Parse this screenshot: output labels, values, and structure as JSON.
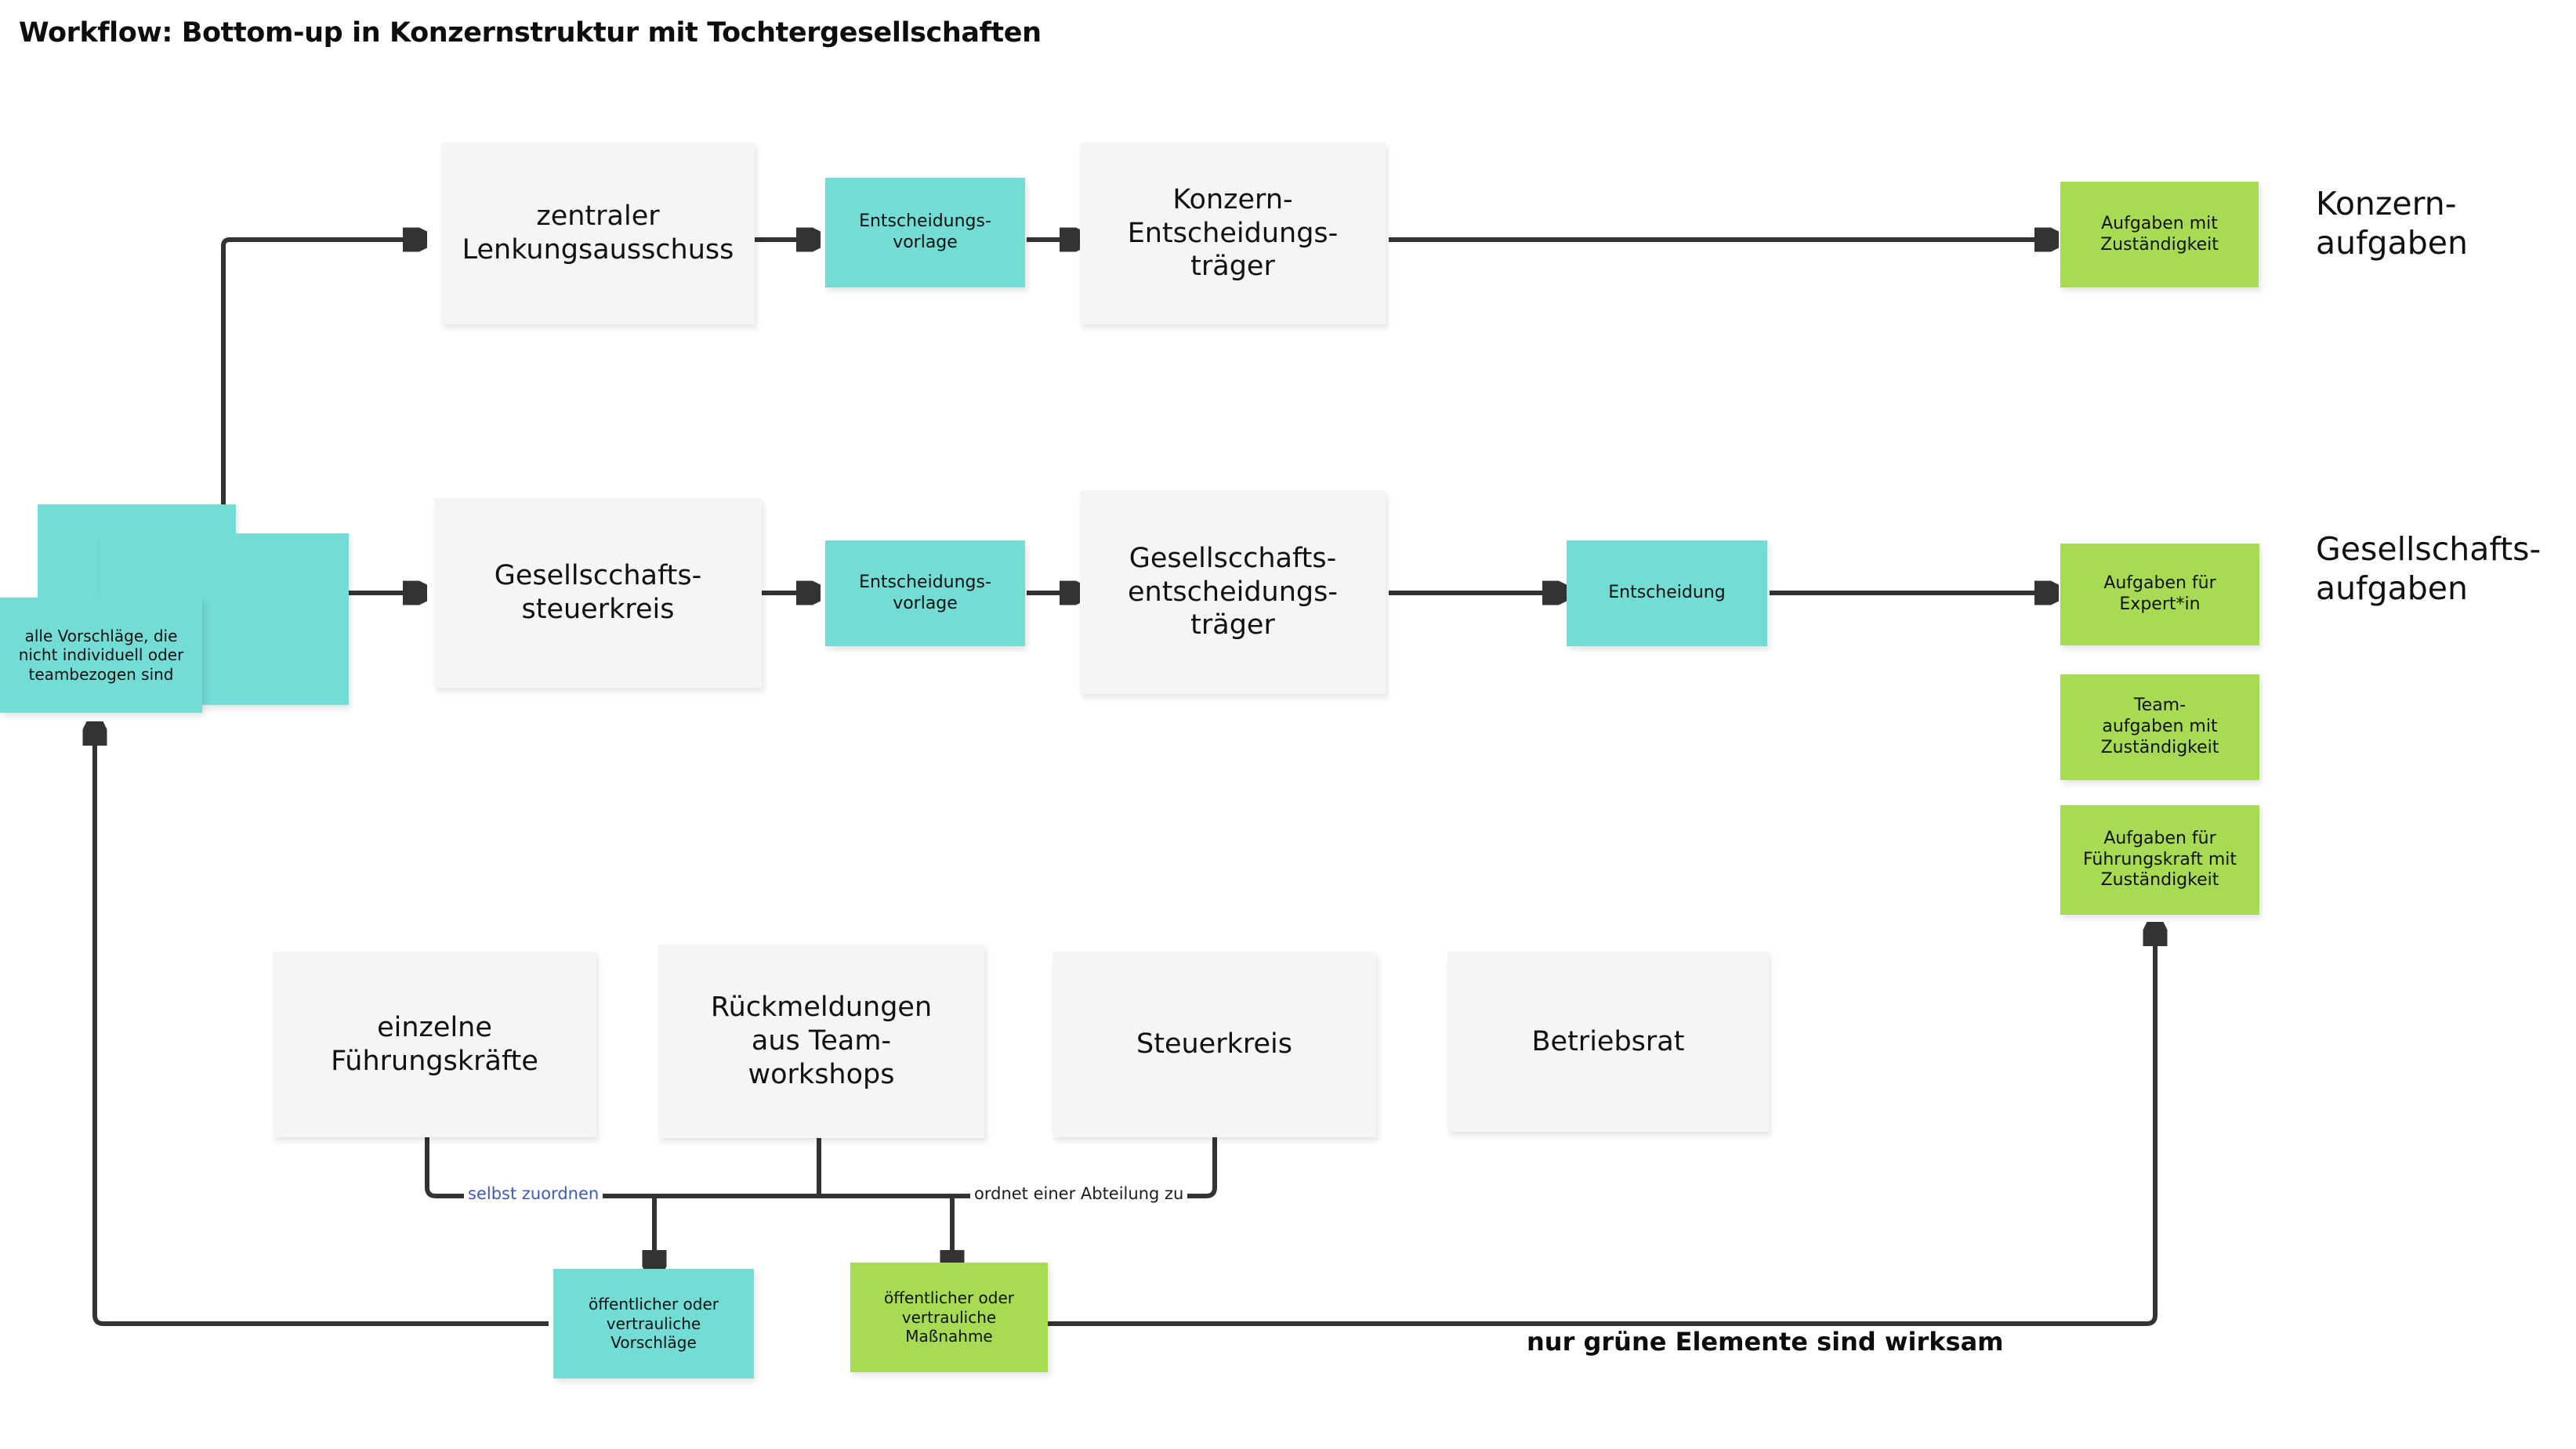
{
  "diagram": {
    "title": "Workflow: Bottom-up in Konzernstruktur mit Tochtergesellschaften",
    "footer_note": "nur grüne Elemente sind wirksam",
    "colors": {
      "grey_node": "#f4f5f7",
      "teal_node": "#73dcd5",
      "green_node": "#a7db53",
      "connector": "#333333",
      "blue_label": "#3b5bb5",
      "text": "#111111",
      "background": "#ffffff"
    }
  },
  "lanes": [
    {
      "id": "konzern",
      "label": "Konzern-\naufgaben"
    },
    {
      "id": "gesellschaft",
      "label": "Gesellschafts-\naufgaben"
    }
  ],
  "nodes": {
    "input_stack": {
      "label": "alle Vorschläge, die\nnicht individuell oder\nteambezogen sind",
      "color": "teal",
      "card_count": 3
    },
    "top_row": [
      {
        "id": "zentraler-lenkungsausschuss",
        "label": "zentraler\nLenkungsausschuss",
        "color": "grey"
      },
      {
        "id": "entscheidungsvorlage-konzern",
        "label": "Entscheidungs-\nvorlage",
        "color": "teal"
      },
      {
        "id": "konzern-entscheidungstraeger",
        "label": "Konzern-\nEntscheidungs-\nträger",
        "color": "grey"
      },
      {
        "id": "aufgaben-mit-zustaendigkeit",
        "label": "Aufgaben mit\nZuständigkeit",
        "color": "green"
      }
    ],
    "middle_row": [
      {
        "id": "gesellschafts-steuerkreis",
        "label": "Gesellscchafts-\nsteuerkreis",
        "color": "grey"
      },
      {
        "id": "entscheidungsvorlage-gesellschaft",
        "label": "Entscheidungs-\nvorlage",
        "color": "teal"
      },
      {
        "id": "gesellschafts-entscheidungstraeger",
        "label": "Gesellscchafts-\nentscheidungs-\nträger",
        "color": "grey"
      },
      {
        "id": "entscheidung",
        "label": "Entscheidung",
        "color": "teal"
      }
    ],
    "outcome_column": [
      {
        "id": "aufgaben-fuer-expertin",
        "label": "Aufgaben für\nExpert*in",
        "color": "green"
      },
      {
        "id": "teamaufgaben-mit-zustaendigkeit",
        "label": "Team-\naufgaben mit\nZuständigkeit",
        "color": "green"
      },
      {
        "id": "aufgaben-fuer-fuehrungskraft",
        "label": "Aufgaben für\nFührungskraft mit\nZuständigkeit",
        "color": "green"
      }
    ],
    "source_row": [
      {
        "id": "einzelne-fuehrungskraefte",
        "label": "einzelne\nFührungskräfte",
        "color": "grey"
      },
      {
        "id": "rueckmeldungen-aus-teamworkshops",
        "label": "Rückmeldungen\naus Team-\nworkshops",
        "color": "grey"
      },
      {
        "id": "steuerkreis",
        "label": "Steuerkreis",
        "color": "grey"
      },
      {
        "id": "betriebsrat",
        "label": "Betriebsrat",
        "color": "grey"
      }
    ],
    "bottom_row": [
      {
        "id": "oeffentliche-vorschlaege",
        "label": "öffentlicher oder\nvertrauliche\nVorschläge",
        "color": "teal"
      },
      {
        "id": "oeffentliche-massnahme",
        "label": "öffentlicher oder\nvertrauliche\nMaßnahme",
        "color": "green"
      }
    ]
  },
  "edge_labels": [
    {
      "id": "selbst-zuordnen",
      "text": "selbst zuordnen",
      "color": "blue"
    },
    {
      "id": "ordnet-einer-abteilung-zu",
      "text": "ordnet einer Abteilung zu",
      "color": "dark"
    }
  ]
}
